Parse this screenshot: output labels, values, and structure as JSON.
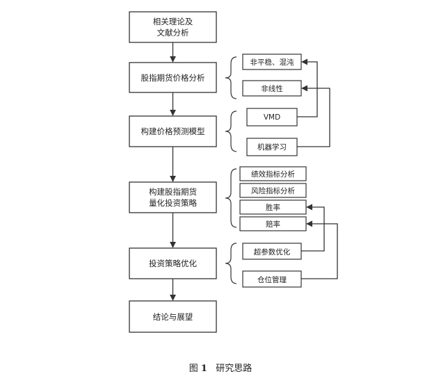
{
  "main_flow": [
    {
      "id": "theory",
      "lines": [
        "相关理论及",
        "文献分析"
      ]
    },
    {
      "id": "price-analysis",
      "lines": [
        "股指期货价格分析"
      ]
    },
    {
      "id": "prediction-model",
      "lines": [
        "构建价格预测模型"
      ]
    },
    {
      "id": "strategy",
      "lines": [
        "构建股指期货",
        "量化投资策略"
      ]
    },
    {
      "id": "optimization",
      "lines": [
        "投资策略优化"
      ]
    },
    {
      "id": "conclusion",
      "lines": [
        "结论与展望"
      ]
    }
  ],
  "side_boxes": {
    "nonstationary": "非平稳、混沌",
    "nonlinear": "非线性",
    "vmd": "VMD",
    "ml": "机器学习",
    "performance": "绩效指标分析",
    "risk": "风险指标分析",
    "win_rate": "胜率",
    "loss_rate": "赔率",
    "hyperparam": "超参数优化",
    "position": "仓位管理"
  },
  "caption": {
    "label": "图",
    "number": "1",
    "title": "研究思路"
  }
}
